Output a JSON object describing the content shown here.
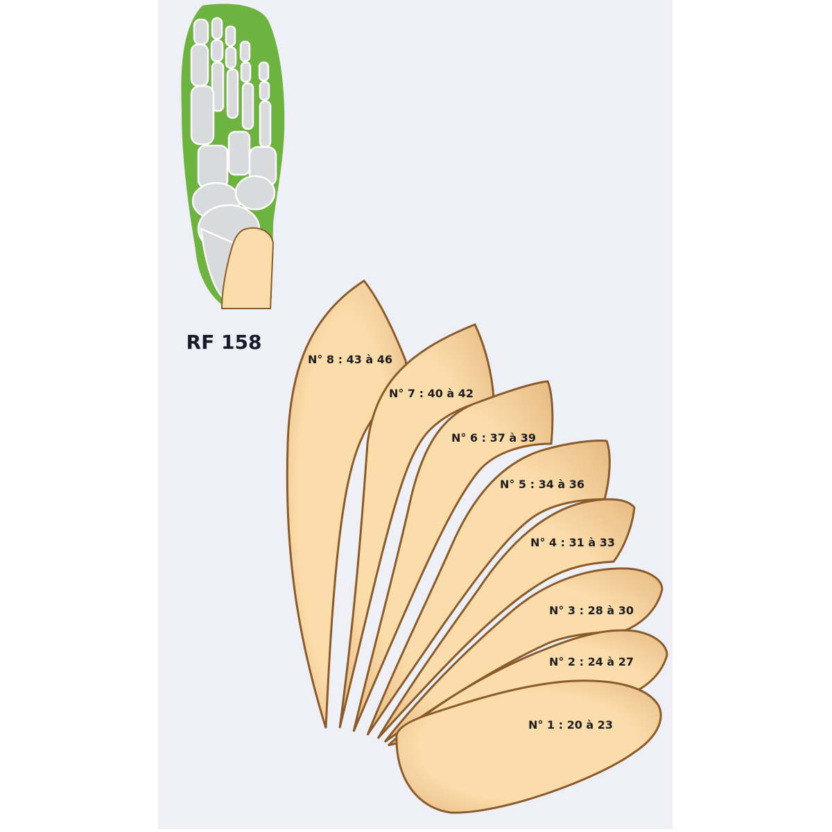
{
  "product": {
    "reference": "RF 158"
  },
  "colors": {
    "background": "#eff0f5",
    "insole_green": "#6db33f",
    "bone_grey": "#d9dadc",
    "pad_fill": "#fbdcab",
    "pad_outline": "#8a5a2b"
  },
  "sizes": [
    {
      "label": "N° 1 : 20 à 23"
    },
    {
      "label": "N° 2 : 24 à 27"
    },
    {
      "label": "N° 3 : 28 à 30"
    },
    {
      "label": "N° 4 : 31 à 33"
    },
    {
      "label": "N° 5 : 34 à 36"
    },
    {
      "label": "N° 6 : 37 à 39"
    },
    {
      "label": "N° 7 : 40 à 42"
    },
    {
      "label": "N° 8 : 43 à 46"
    }
  ]
}
